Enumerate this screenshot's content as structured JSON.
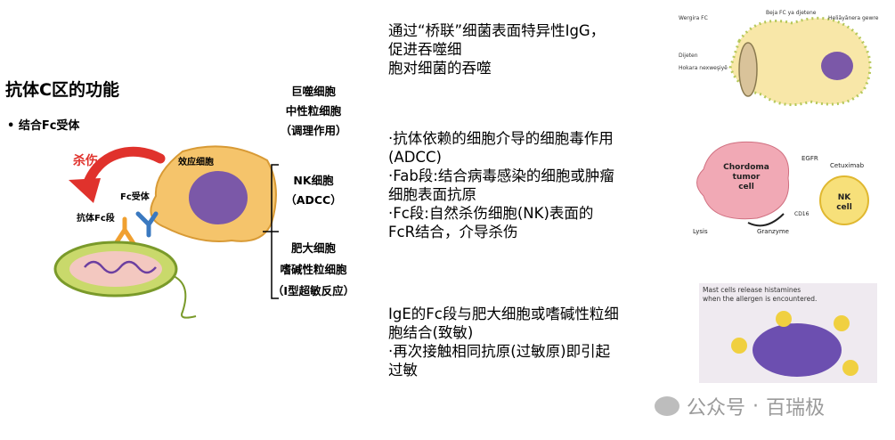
{
  "left": {
    "title": "抗体C区的功能",
    "bullet": "• 结合Fc受体",
    "kill_label": "杀伤",
    "effector_cell_label": "效应细胞",
    "fc_receptor_label": "Fc受体",
    "antibody_fc_label": "抗体Fc段"
  },
  "cells": {
    "group1": [
      "巨噬细胞",
      "中性粒细胞",
      "（调理作用）"
    ],
    "group2": [
      "NK细胞",
      "（ADCC）"
    ],
    "group3": [
      "肥大细胞",
      "嗜碱性粒细胞",
      "（I型超敏反应）"
    ]
  },
  "descriptions": {
    "d1": [
      "通过“桥联”细菌表面特异性IgG，",
      "促进吞噬细",
      "胞对细菌的吞噬"
    ],
    "d2": [
      "·抗体依赖的细胞介导的细胞毒作用",
      "(ADCC)",
      "·Fab段:结合病毒感染的细胞或肿瘤",
      "细胞表面抗原",
      "·Fc段:自然杀伤细胞(NK)表面的",
      "FcR结合，介导杀伤"
    ],
    "d3": [
      "IgE的Fc段与肥大细胞或嗜碱性粒细",
      "胞结合(致敏)",
      "·再次接触相同抗原(过敏原)即引起",
      "过敏"
    ]
  },
  "images": {
    "img1_labels": [
      "Wergira FC",
      "Beja FC ya djetene",
      "Heliāyānera gewre",
      "Dijeten",
      "Hokara nexweşiyê"
    ],
    "img2_labels": [
      "Chordoma",
      "tumor",
      "cell",
      "EGFR",
      "Cetuximab",
      "NK",
      "cell",
      "CD16",
      "Lysis",
      "Granzyme"
    ],
    "img3_caption": [
      "Mast cells release histamines",
      "when the allergen is encountered."
    ]
  },
  "watermark": {
    "left": "公众号",
    "right": "百瑞极"
  },
  "colors": {
    "kill_red": "#e0322c",
    "effector_cell": "#f5c46b",
    "nucleus": "#7b58a8",
    "bacterium": "#c9d96b"
  }
}
